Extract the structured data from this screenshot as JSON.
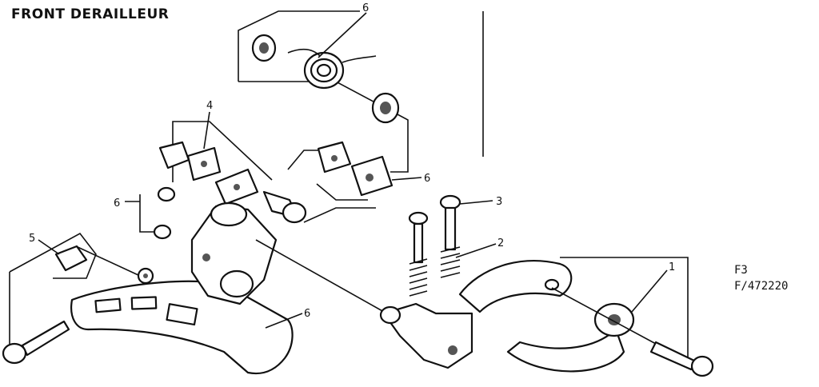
{
  "title": "FRONT DERAILLEUR",
  "figure_code": "F3",
  "catalog_number": "F/472220",
  "callouts": {
    "c1": "1",
    "c2": "2",
    "c3": "3",
    "c4": "4",
    "c5": "5",
    "c6a": "6",
    "c6b": "6",
    "c6c": "6",
    "c6d": "6"
  }
}
